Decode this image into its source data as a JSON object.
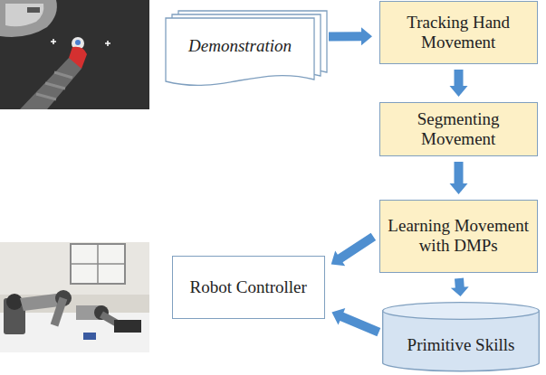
{
  "diagram": {
    "nodes": [
      {
        "text": [
          "Demonstration"
        ]
      },
      {
        "text": [
          "Tracking Hand Movement"
        ]
      },
      {
        "text": [
          "Segmenting Movement"
        ]
      },
      {
        "text": [
          "Learning Movement with DMPs"
        ]
      },
      {
        "text": [
          "Robot Controller"
        ]
      },
      {
        "text": [
          "Primitive Skills"
        ]
      }
    ],
    "edges": [
      {
        "from": 0,
        "to": 1,
        "arrow": "to"
      },
      {
        "from": 1,
        "to": 2,
        "arrow": "to"
      },
      {
        "from": 2,
        "to": 3,
        "arrow": "to"
      },
      {
        "from": 3,
        "to": 4,
        "arrow": "to"
      },
      {
        "from": 3,
        "to": 5,
        "arrow": "to"
      },
      {
        "from": 5,
        "to": 4,
        "arrow": "to"
      }
    ]
  }
}
